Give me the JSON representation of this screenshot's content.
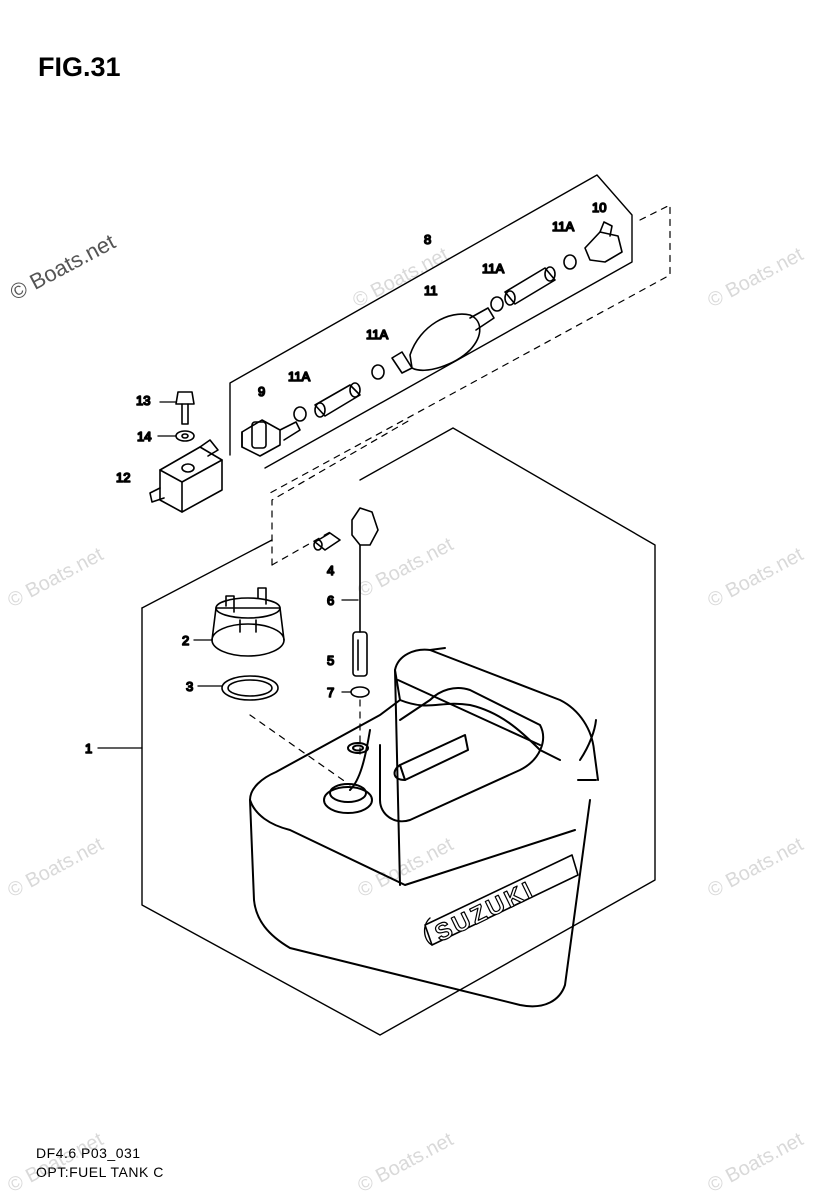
{
  "figure": {
    "title": "FIG.31"
  },
  "footer": {
    "code": "DF4.6 P03_031",
    "description": "OPT:FUEL TANK C"
  },
  "watermark": {
    "text": "© Boats.net"
  },
  "tank": {
    "brand": "SUZUKI"
  },
  "callouts": {
    "c1": "1",
    "c2": "2",
    "c3": "3",
    "c4": "4",
    "c5": "5",
    "c6": "6",
    "c7": "7",
    "c8": "8",
    "c9": "9",
    "c10": "10",
    "c11": "11",
    "c11a_1": "11A",
    "c11a_2": "11A",
    "c11a_3": "11A",
    "c11a_4": "11A",
    "c12": "12",
    "c13": "13",
    "c14": "14"
  }
}
